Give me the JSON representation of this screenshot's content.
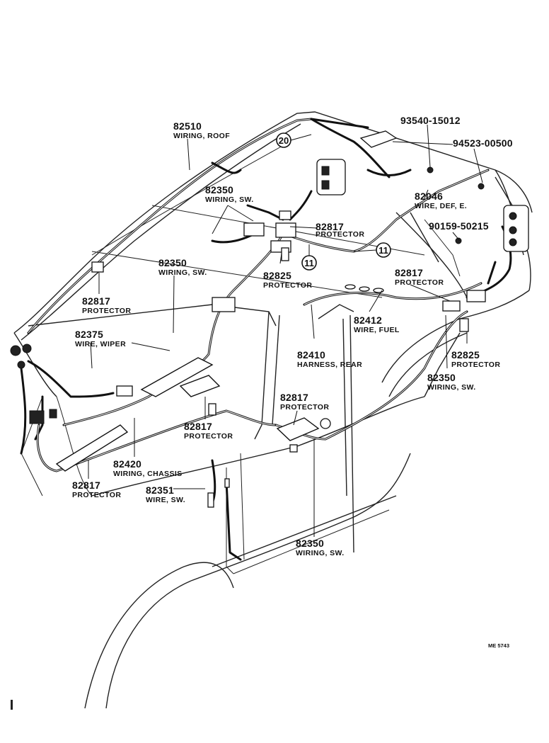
{
  "callouts": {
    "c82510": {
      "number": "82510",
      "label": "WIRING, ROOF"
    },
    "c93540": {
      "number": "93540-15012"
    },
    "c94523": {
      "number": "94523-00500"
    },
    "c82350_sw_top": {
      "number": "82350",
      "label": "WIRING, SW."
    },
    "c82046": {
      "number": "82046",
      "label": "WIRE, DEF, E."
    },
    "c82817_prot_top": {
      "number": "82817",
      "label": "PROTECTOR"
    },
    "c90159": {
      "number": "90159-50215"
    },
    "c82350_sw_mid": {
      "number": "82350",
      "label": "WIRING, SW."
    },
    "c82825_prot_center": {
      "number": "82825",
      "label": "PROTECTOR"
    },
    "c82817_prot_left": {
      "number": "82817",
      "label": "PROTECTOR"
    },
    "c82817_prot_right": {
      "number": "82817",
      "label": "PROTECTOR"
    },
    "c82412": {
      "number": "82412",
      "label": "WIRE, FUEL"
    },
    "c82375": {
      "number": "82375",
      "label": "WIRE, WIPER"
    },
    "c82410": {
      "number": "82410",
      "label": "HARNESS, REAR"
    },
    "c82825_prot_right": {
      "number": "82825",
      "label": "PROTECTOR"
    },
    "c82350_sw_right": {
      "number": "82350",
      "label": "WIRING, SW."
    },
    "c82817_prot_mid": {
      "number": "82817",
      "label": "PROTECTOR"
    },
    "c82817_prot_center": {
      "number": "82817",
      "label": "PROTECTOR"
    },
    "c82420": {
      "number": "82420",
      "label": "WIRING, CHASSIS"
    },
    "c82817_prot_bottom": {
      "number": "82817",
      "label": "PROTECTOR"
    },
    "c82351": {
      "number": "82351",
      "label": "WIRE, SW."
    },
    "c82350_sw_bottom": {
      "number": "82350",
      "label": "WIRING, SW."
    }
  },
  "circle_markers": {
    "m20": "20",
    "m11a": "11",
    "m11b": "11"
  },
  "reference_code": "ME 5743"
}
